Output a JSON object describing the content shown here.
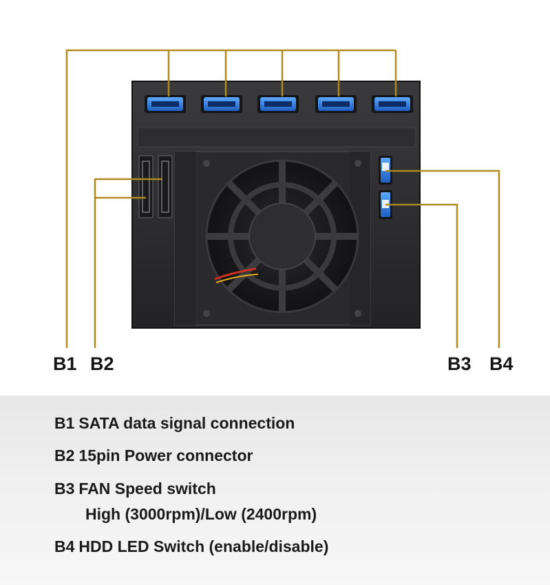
{
  "callouts": {
    "b1": "B1",
    "b2": "B2",
    "b3": "B3",
    "b4": "B4"
  },
  "legend": {
    "b1": {
      "code": "B1",
      "text": "SATA data signal connection"
    },
    "b2": {
      "code": "B2",
      "text": "15pin Power connector"
    },
    "b3": {
      "code": "B3",
      "text": "FAN Speed switch",
      "detail": "High (3000rpm)/Low (2400rpm)"
    },
    "b4": {
      "code": "B4",
      "text": "HDD LED Switch (enable/disable)"
    }
  },
  "colors": {
    "leader_line": "#b08a1e",
    "chassis": "#2b2b2d",
    "sata_blue": "#2f7fe0",
    "label_text": "#151515"
  },
  "icons": [
    "sata-port-icon",
    "fan-icon",
    "power-connector-icon",
    "toggle-switch-icon"
  ]
}
